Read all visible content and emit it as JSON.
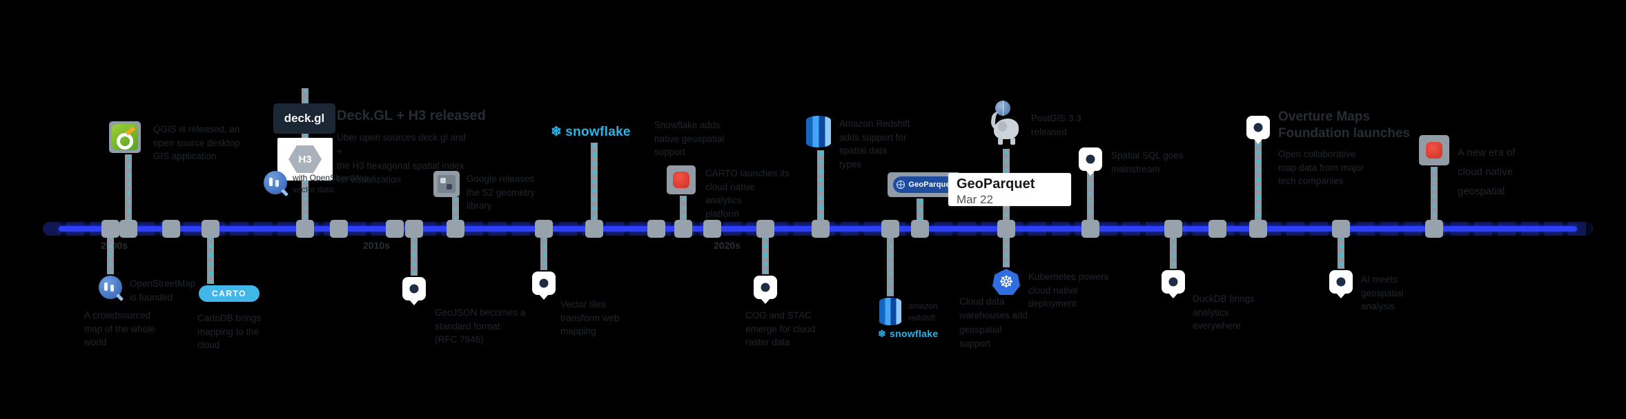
{
  "era_labels": [
    "2000s",
    "2010s",
    "2020s"
  ],
  "tooltip": {
    "title": "GeoParquet",
    "date": "Mar 22"
  },
  "logos": {
    "deckgl": "deck.gl",
    "h3": "H3",
    "snowflake": "snowflake",
    "snowflake_icon": "❄",
    "geoparquet": "GeoParquet",
    "carto_badge": "CARTO",
    "kubernetes_wheel": "☸"
  },
  "colors": {
    "timeline_line": "#2e3ffa",
    "dot": "#1d2fe8",
    "stem_dash": "#38c7dc",
    "snowflake_blue": "#2bb5e8",
    "geoparquet_badge": "#1e4da0",
    "kubernetes_blue": "#2f6de0"
  },
  "events": {
    "qgis": "QGIS is released, an\nopen source desktop\nGIS application",
    "deckgl_title": "Deck.GL + H3 released",
    "deckgl_body": "Uber open sources deck.gl and\n+\nthe H3 hexagonal spatial index\nfor visualization",
    "deckgl_osm_note": "with OpenStreetMap\nvector data",
    "s2": "Google releases\nthe S2 geometry\nlibrary",
    "snowflake": "Snowflake adds\nnative geospatial\nsupport",
    "carto_cloud": "CARTO launches its\ncloud native\nanalytics\nplatform",
    "redshift": "Amazon Redshift\nadds support for\nspatial data\ntypes",
    "postgis": "PostGIS 3.3\nreleased",
    "spatial_sql": "Spatial SQL goes\nmainstream",
    "overture_title": "Overture Maps\nFoundation launches",
    "overture_body": "Open collaborative\nmap data from major\ntech companies",
    "cloud_native": "A new era of\ncloud native\ngeospatial",
    "osm_label": "OpenStreetMap\nis founded",
    "osm_body": "A crowdsourced\nmap of the whole\nworld",
    "cartodb": "CartoDB brings\nmapping to the\ncloud",
    "geojson": "GeoJSON becomes a\nstandard format\n(RFC 7946)",
    "vector_tiles": "Vector tiles\ntransform web\nmapping",
    "cog_stac": "COG and STAC\nemerge for cloud\nraster data",
    "warehouses_side": "amazon\nredshift",
    "warehouses_body": "Cloud data\nwarehouses add\ngeospatial\nsupport",
    "kubernetes": "Kubernetes powers\ncloud native\ndeployment",
    "duckdb": "DuckDB brings\nanalytics\neverywhere",
    "ai": "AI meets\ngeospatial\nanalysis"
  }
}
